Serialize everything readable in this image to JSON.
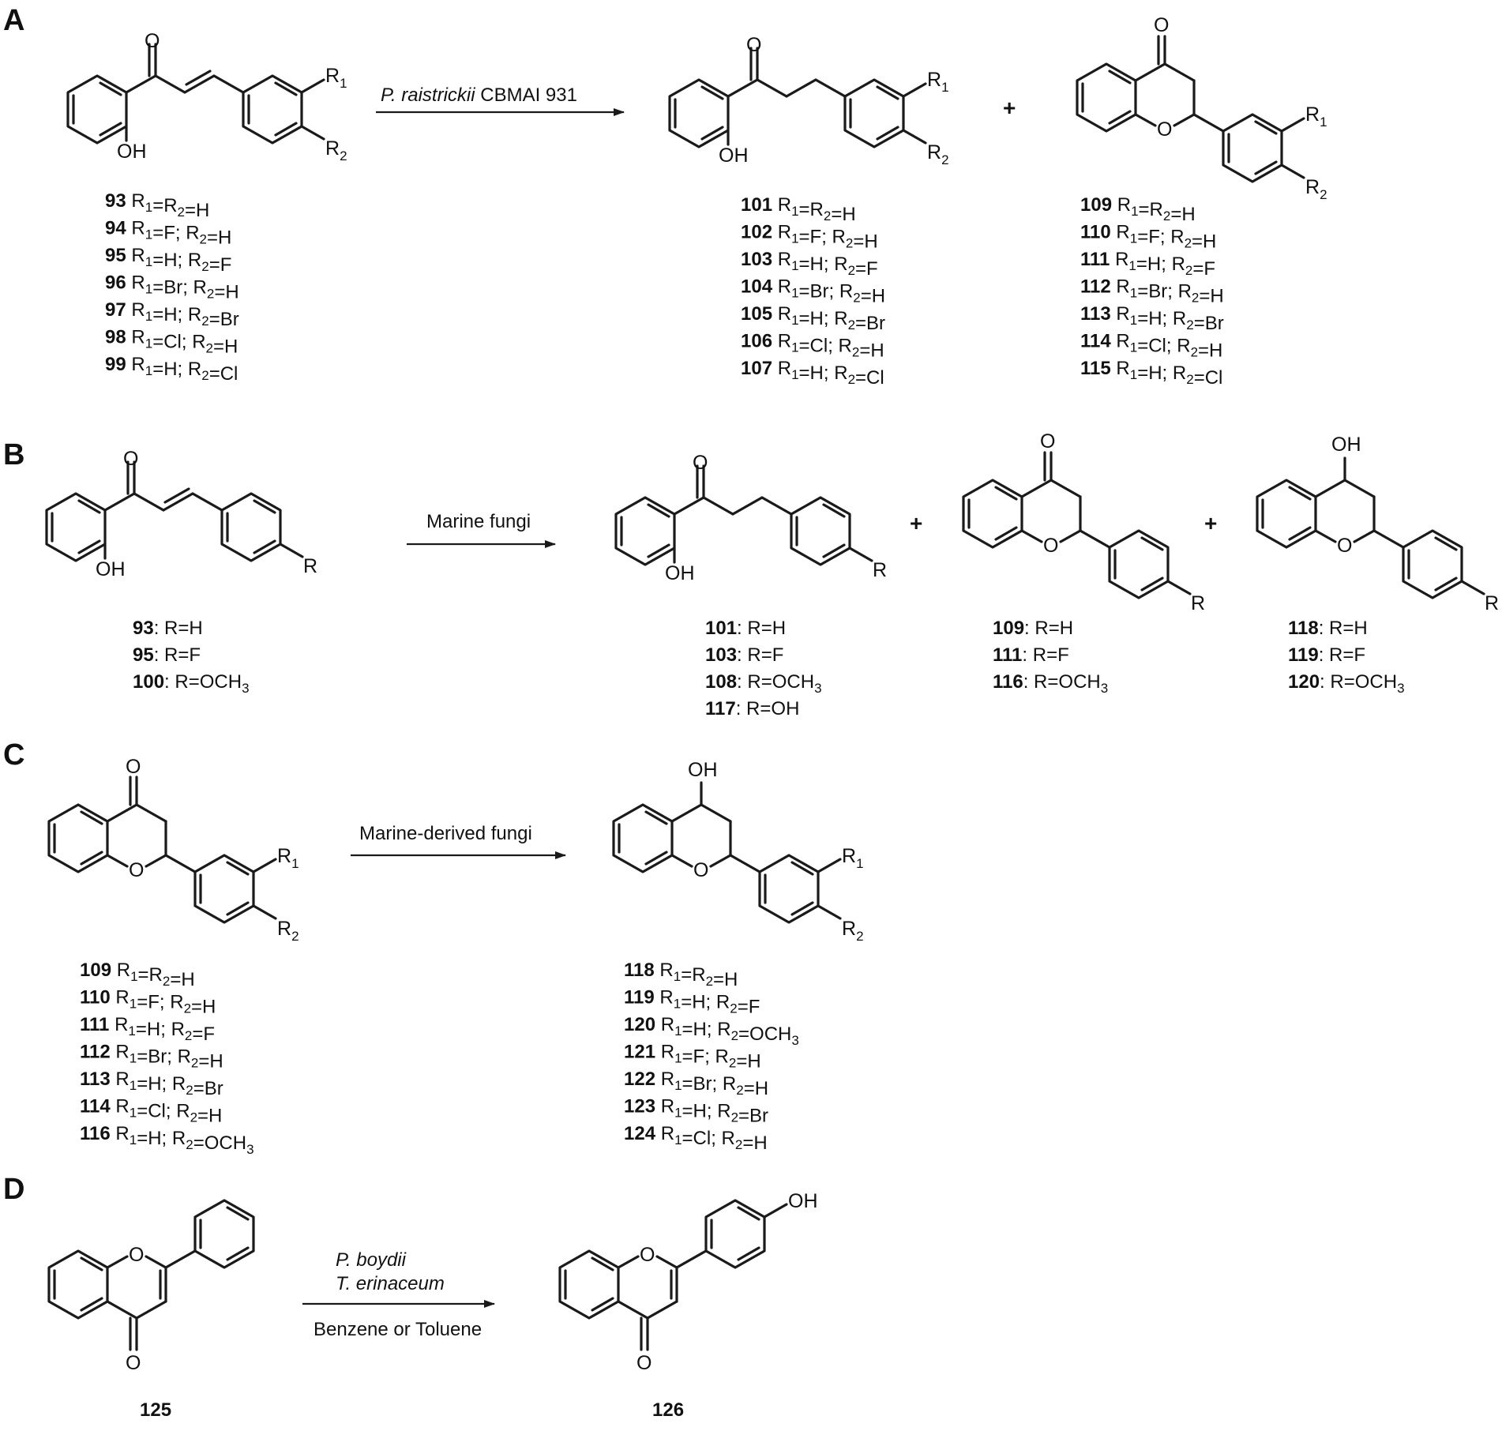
{
  "panels": [
    "A",
    "B",
    "C",
    "D"
  ],
  "atoms": {
    "O": "O",
    "OH": "OH",
    "R": "R",
    "R1": "R",
    "R2": "R",
    "sub1": "1",
    "sub2": "2",
    "plus": "+"
  },
  "A": {
    "arrow_italic": "P. raistrickii",
    "arrow_text": " CBMAI 931",
    "reactants": [
      {
        "id": "93",
        "text": "R1=R2=H"
      },
      {
        "id": "94",
        "text": "R1=F; R2=H"
      },
      {
        "id": "95",
        "text": "R1=H; R2=F"
      },
      {
        "id": "96",
        "text": "R1=Br; R2=H"
      },
      {
        "id": "97",
        "text": "R1=H; R2=Br"
      },
      {
        "id": "98",
        "text": "R1=Cl; R2=H"
      },
      {
        "id": "99",
        "text": "R1=H; R2=Cl"
      }
    ],
    "products1": [
      {
        "id": "101",
        "text": "R1=R2=H"
      },
      {
        "id": "102",
        "text": "R1=F; R2=H"
      },
      {
        "id": "103",
        "text": "R1=H; R2=F"
      },
      {
        "id": "104",
        "text": "R1=Br; R2=H"
      },
      {
        "id": "105",
        "text": "R1=H; R2=Br"
      },
      {
        "id": "106",
        "text": "R1=Cl; R2=H"
      },
      {
        "id": "107",
        "text": "R1=H; R2=Cl"
      }
    ],
    "products2": [
      {
        "id": "109",
        "text": "R1=R2=H"
      },
      {
        "id": "110",
        "text": "R1=F; R2=H"
      },
      {
        "id": "111",
        "text": "R1=H; R2=F"
      },
      {
        "id": "112",
        "text": "R1=Br; R2=H"
      },
      {
        "id": "113",
        "text": "R1=H; R2=Br"
      },
      {
        "id": "114",
        "text": "R1=Cl; R2=H"
      },
      {
        "id": "115",
        "text": "R1=H; R2=Cl"
      }
    ]
  },
  "B": {
    "arrow_text": "Marine fungi",
    "reactants": [
      {
        "id": "93",
        "text": ": R=H"
      },
      {
        "id": "95",
        "text": ": R=F"
      },
      {
        "id": "100",
        "text": ": R=OCH3"
      }
    ],
    "products1": [
      {
        "id": "101",
        "text": ": R=H"
      },
      {
        "id": "103",
        "text": ": R=F"
      },
      {
        "id": "108",
        "text": ": R=OCH3"
      },
      {
        "id": "117",
        "text": ": R=OH"
      }
    ],
    "products2": [
      {
        "id": "109",
        "text": ": R=H"
      },
      {
        "id": "111",
        "text": ": R=F"
      },
      {
        "id": "116",
        "text": ": R=OCH3"
      }
    ],
    "products3": [
      {
        "id": "118",
        "text": ": R=H"
      },
      {
        "id": "119",
        "text": ": R=F"
      },
      {
        "id": "120",
        "text": ": R=OCH3"
      }
    ]
  },
  "C": {
    "arrow_text": "Marine-derived fungi",
    "reactants": [
      {
        "id": "109",
        "text": "R1=R2=H"
      },
      {
        "id": "110",
        "text": "R1=F; R2=H"
      },
      {
        "id": "111",
        "text": "R1=H; R2=F"
      },
      {
        "id": "112",
        "text": "R1=Br; R2=H"
      },
      {
        "id": "113",
        "text": "R1=H; R2=Br"
      },
      {
        "id": "114",
        "text": "R1=Cl; R2=H"
      },
      {
        "id": "116",
        "text": "R1=H; R2=OCH3"
      }
    ],
    "products": [
      {
        "id": "118",
        "text": "R1=R2=H"
      },
      {
        "id": "119",
        "text": "R1=H; R2=F"
      },
      {
        "id": "120",
        "text": "R1=H; R2=OCH3"
      },
      {
        "id": "121",
        "text": "R1=F; R2=H"
      },
      {
        "id": "122",
        "text": "R1=Br; R2=H"
      },
      {
        "id": "123",
        "text": "R1=H; R2=Br"
      },
      {
        "id": "124",
        "text": "R1=Cl; R2=H"
      }
    ]
  },
  "D": {
    "arrow_lines": [
      "P. boydii",
      "T. erinaceum"
    ],
    "arrow_below": "Benzene or Toluene",
    "reactant": "125",
    "product": "126"
  }
}
